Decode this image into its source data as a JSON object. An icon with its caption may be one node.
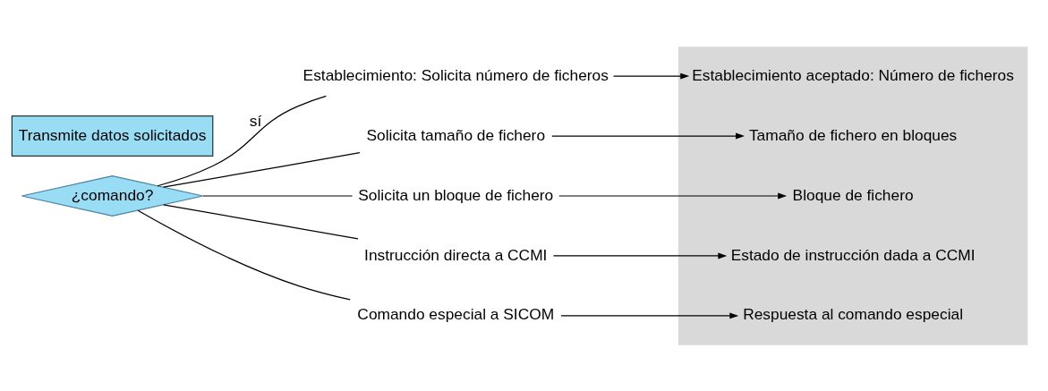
{
  "diagram": {
    "nodes": [
      {
        "text": [
          "¿comando?"
        ]
      },
      {
        "text": [
          "Transmite datos solicitados"
        ]
      },
      {
        "text": [],
        "shape": "box"
      },
      {
        "text": [
          "Establecimiento: Solicita número de ficheros"
        ]
      },
      {
        "text": [
          "Solicita tamaño de fichero"
        ]
      },
      {
        "text": [
          "Solicita un bloque de fichero"
        ]
      },
      {
        "text": [
          "Instrucción directa a CCMI"
        ]
      },
      {
        "text": [
          "Comando especial a SICOM"
        ]
      },
      {
        "text": [
          "Establecimiento aceptado: Número de ficheros"
        ],
        "in": 2
      },
      {
        "text": [
          "Tamaño de fichero en bloques"
        ],
        "in": 2
      },
      {
        "text": [
          "Bloque de fichero"
        ],
        "in": 2
      },
      {
        "text": [
          "Estado de instrucción dada a CCMI"
        ],
        "in": 2
      },
      {
        "text": [
          "Respuesta al comando especial"
        ],
        "in": 2
      }
    ],
    "edges": [
      {
        "from": 0,
        "to": 3,
        "arrow": "none",
        "label": "sí"
      },
      {
        "from": 0,
        "to": 4,
        "arrow": "none"
      },
      {
        "from": 0,
        "to": 5,
        "arrow": "none"
      },
      {
        "from": 0,
        "to": 6,
        "arrow": "none"
      },
      {
        "from": 0,
        "to": 7,
        "arrow": "none"
      },
      {
        "from": 3,
        "to": 8,
        "arrow": "to"
      },
      {
        "from": 4,
        "to": 9,
        "arrow": "to"
      },
      {
        "from": 5,
        "to": 10,
        "arrow": "to"
      },
      {
        "from": 6,
        "to": 11,
        "arrow": "to"
      },
      {
        "from": 7,
        "to": 12,
        "arrow": "to"
      }
    ]
  }
}
